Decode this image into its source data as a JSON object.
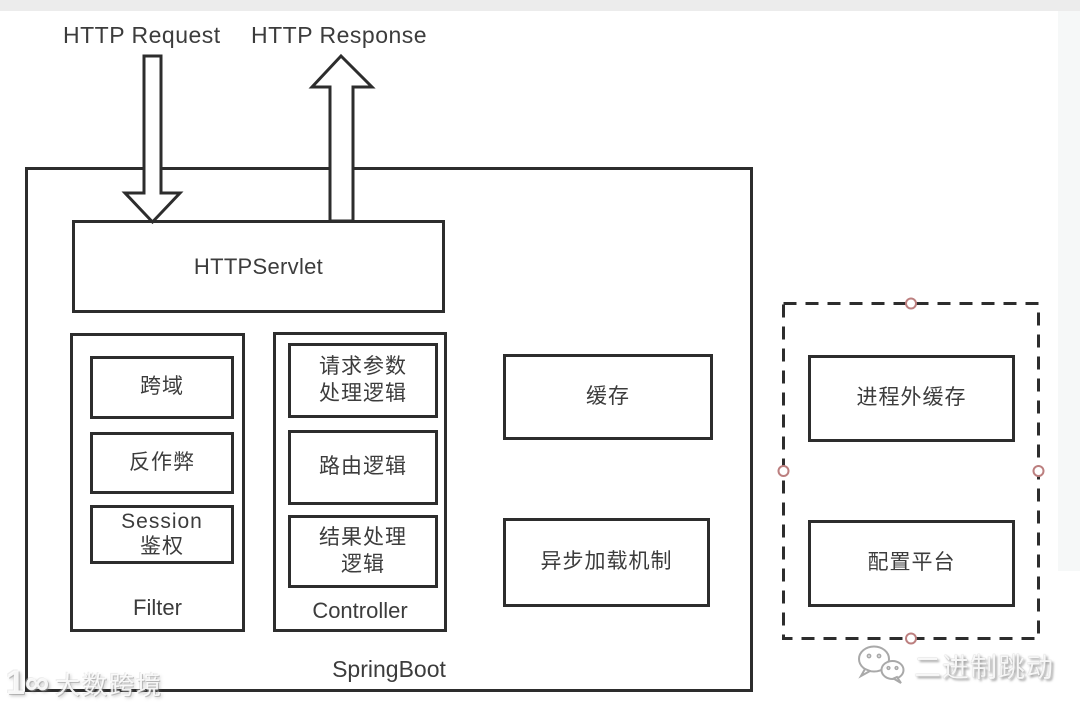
{
  "top_labels": {
    "request": "HTTP Request",
    "response": "HTTP Response"
  },
  "springboot_box": {
    "title": "SpringBoot",
    "httpservlet": "HTTPServlet",
    "filter": {
      "title": "Filter",
      "items": [
        "跨域",
        "反作弊",
        "Session\n鉴权"
      ]
    },
    "controller": {
      "title": "Controller",
      "items": [
        "请求参数\n处理逻辑",
        "路由逻辑",
        "结果处理\n逻辑"
      ]
    },
    "cache": "缓存",
    "async_load": "异步加载机制"
  },
  "external_box": {
    "items": [
      "进程外缓存",
      "配置平台"
    ]
  },
  "watermarks": {
    "left_logo": "1∞",
    "left_text": "大数跨境",
    "right_text": "二进制跳动"
  },
  "colors": {
    "line": "#2d2d2d",
    "text": "#3c3c3c",
    "handle": "#bc7f7f",
    "watermark": "#f7f7f7"
  }
}
